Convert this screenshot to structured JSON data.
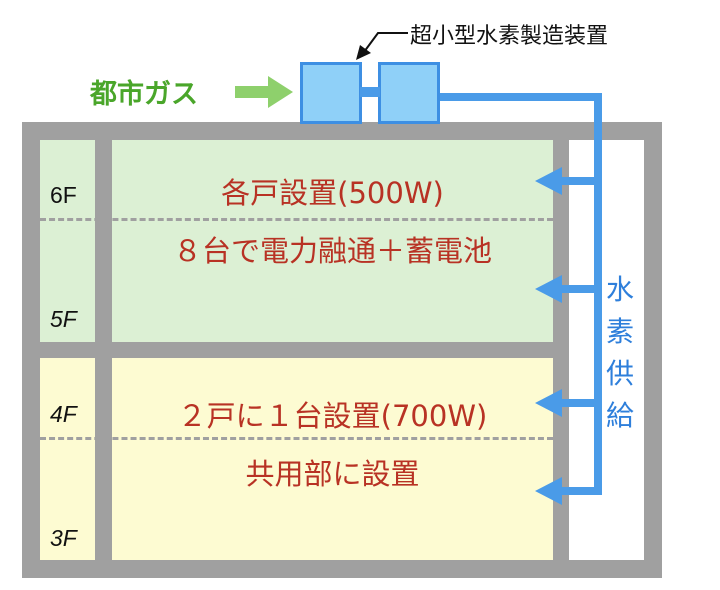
{
  "device_label": "超小型水素製造装置",
  "gas_label": "都市ガス",
  "shaft_label": [
    "水",
    "素",
    "供",
    "給"
  ],
  "floors": {
    "f6": "6F",
    "f5": "5F",
    "f4": "4F",
    "f3": "3F"
  },
  "upper_block": {
    "line1": "各戸設置(500W)",
    "line2": "８台で電力融通＋蓄電池"
  },
  "lower_block": {
    "line1": "２戸に１台設置(700W)",
    "line2": "共用部に設置"
  },
  "colors": {
    "upper_fill": "#dcf0d4",
    "lower_fill": "#fdfbd2",
    "wall": "#a0a0a0",
    "pipe": "#4a9be8",
    "text_red": "#b83224",
    "gas_green": "#4aa62a",
    "arrow_green": "#8ed06c"
  },
  "icons": [
    "gas-arrow-icon",
    "pointer-arrow-icon",
    "supply-arrow-icon"
  ]
}
